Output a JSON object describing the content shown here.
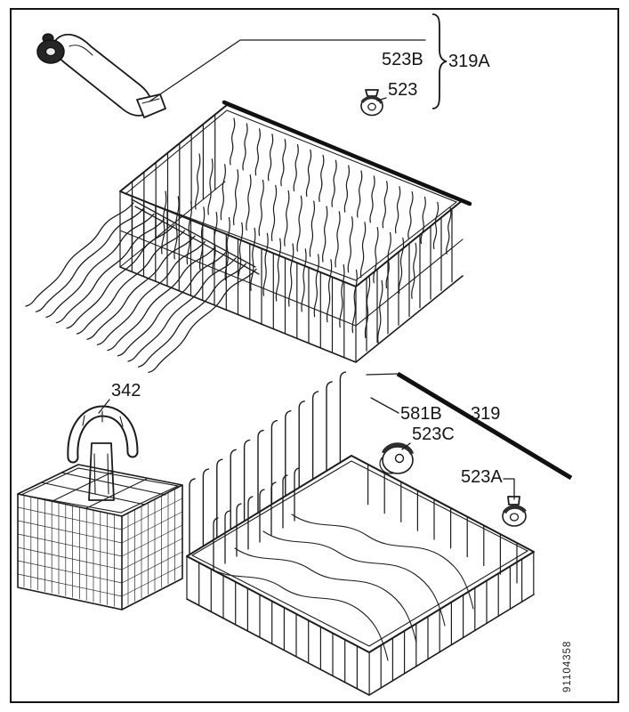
{
  "diagram": {
    "labels": {
      "k523b": "523B",
      "k319a": "319A",
      "k523": "523",
      "k342": "342",
      "k581b": "581B",
      "k523c": "523C",
      "k319": "319",
      "k523a": "523A"
    },
    "doc_number": "91104358"
  }
}
